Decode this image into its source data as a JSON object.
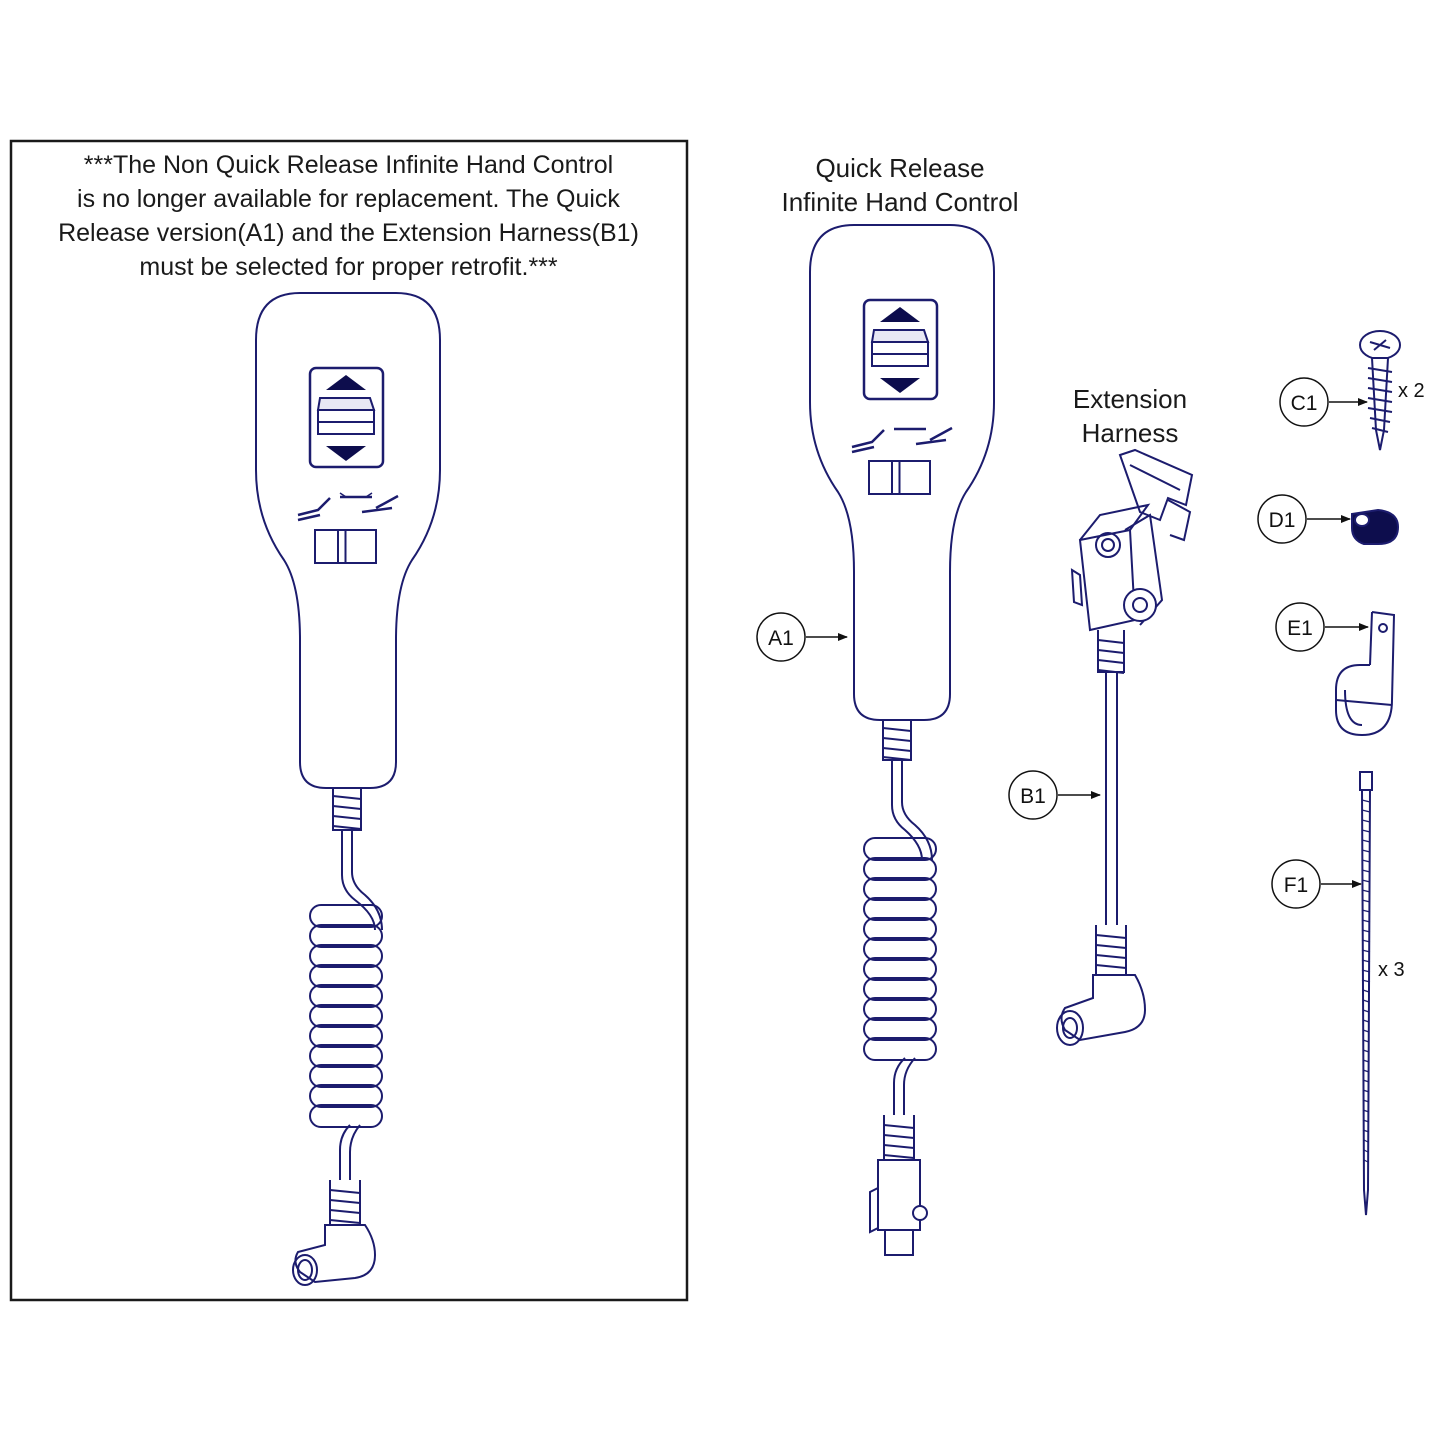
{
  "notice": {
    "lines": [
      "***The Non Quick Release Infinite Hand Control",
      "is no longer available for replacement. The Quick",
      "Release version(A1) and the Extension Harness(B1)",
      "must be selected for proper retrofit.***"
    ]
  },
  "titles": {
    "quick_release": [
      "Quick Release",
      "Infinite Hand Control"
    ],
    "extension_harness": [
      "Extension",
      "Harness"
    ]
  },
  "callouts": {
    "a1": "A1",
    "b1": "B1",
    "c1": "C1",
    "d1": "D1",
    "e1": "E1",
    "f1": "F1"
  },
  "quantities": {
    "c1": "x 2",
    "f1": "x 3"
  },
  "colors": {
    "line": "#1c1c6e",
    "accent": "#0d0d4d",
    "frame": "#1a1a1a",
    "background": "#ffffff"
  }
}
